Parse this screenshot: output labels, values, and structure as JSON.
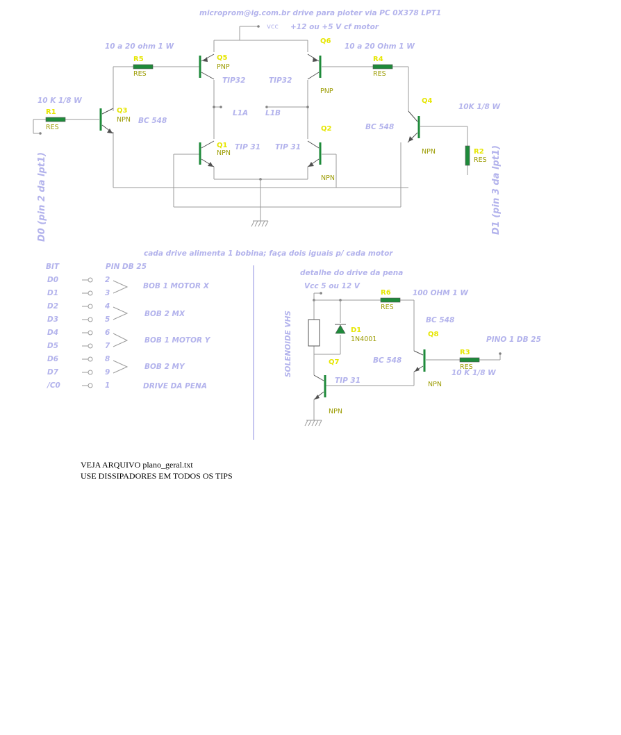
{
  "title": "microprom@ig.com.br drive para ploter via PC 0X378 LPT1",
  "supply": {
    "node": "vcc",
    "label": "+12 ou +5 V cf motor"
  },
  "resistor_labels": {
    "r5": "10 a 20 ohm 1 W",
    "r4": "10 a 20 Ohm 1 W",
    "r1": "10 K 1/8 W",
    "r2": "10K 1/8 W"
  },
  "components": {
    "R1": {
      "ref": "R1",
      "type": "RES"
    },
    "R2": {
      "ref": "R2",
      "type": "RES"
    },
    "R3": {
      "ref": "R3",
      "type": "RES"
    },
    "R4": {
      "ref": "R4",
      "type": "RES"
    },
    "R5": {
      "ref": "R5",
      "type": "RES"
    },
    "R6": {
      "ref": "R6",
      "type": "RES"
    },
    "Q1": {
      "ref": "Q1",
      "type": "NPN",
      "part": "TIP 31"
    },
    "Q2": {
      "ref": "Q2",
      "type": "NPN",
      "part": "TIP 31"
    },
    "Q3": {
      "ref": "Q3",
      "type": "NPN",
      "part": "BC 548"
    },
    "Q4": {
      "ref": "Q4",
      "type": "NPN",
      "part": "BC 548"
    },
    "Q5": {
      "ref": "Q5",
      "type": "PNP",
      "part": "TIP32"
    },
    "Q6": {
      "ref": "Q6",
      "type": "PNP",
      "part": "TIP32"
    },
    "Q7": {
      "ref": "Q7",
      "type": "NPN",
      "part": "TIP 31"
    },
    "Q8": {
      "ref": "Q8",
      "type": "NPN",
      "part": "BC 548"
    },
    "D1": {
      "ref": "D1",
      "part": "1N4001"
    }
  },
  "coil_labels": {
    "l1a": "L1A",
    "l1b": "L1B"
  },
  "side_labels": {
    "left": "D0 (pin 2 da lpt1)",
    "right": "D1 (pin 3 da lpt1)"
  },
  "caption": "cada drive alimenta 1 bobina; faça dois iguais p/ cada motor",
  "pin_table": {
    "bit_header": "BIT",
    "pin_header": "PIN DB 25",
    "rows": [
      {
        "bit": "D0",
        "pin": "2"
      },
      {
        "bit": "D1",
        "pin": "3"
      },
      {
        "bit": "D2",
        "pin": "4"
      },
      {
        "bit": "D3",
        "pin": "5"
      },
      {
        "bit": "D4",
        "pin": "6"
      },
      {
        "bit": "D5",
        "pin": "7"
      },
      {
        "bit": "D6",
        "pin": "8"
      },
      {
        "bit": "D7",
        "pin": "9"
      },
      {
        "bit": "/C0",
        "pin": "1"
      }
    ],
    "groups": [
      "BOB 1 MOTOR X",
      "BOB 2 MX",
      "BOB 1 MOTOR Y",
      "BOB 2 MY"
    ],
    "pen_label": "DRIVE DA PENA"
  },
  "pen_drive": {
    "title": "detalhe do drive da pena",
    "supply": "Vcc 5 ou 12 V",
    "r6_value": "100 OHM 1 W",
    "r3_value": "10 K 1/8 W",
    "pin_label": "PINO 1 DB 25",
    "solenoid": "SOLENOIDE VHS"
  },
  "notes": {
    "line1": "VEJA ARQUIVO  plano_geral.txt",
    "line2": "USE DISSIPADORES EM TODOS OS TIPS"
  },
  "colors": {
    "label": "#b3b3ec",
    "ref": "#e6e600",
    "type": "#9b9b00",
    "resistor": "#1e8a3a",
    "diode": "#1e8a3a",
    "wire": "#9a9a9a"
  }
}
